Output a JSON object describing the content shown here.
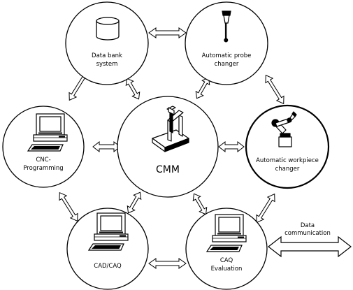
{
  "nodes": {
    "center": {
      "label": "CMM",
      "icon": "cmm-machine-icon"
    },
    "databank": {
      "lines": [
        "Data bank",
        "system"
      ],
      "icon": "database-cylinder-icon"
    },
    "probe_changer": {
      "lines": [
        "Automatic probe",
        "changer"
      ],
      "icon": "probe-icon"
    },
    "workpiece_changer": {
      "lines": [
        "Automatic workpiece",
        "changer"
      ],
      "icon": "robot-arm-icon"
    },
    "caq_evaluation": {
      "lines": [
        "CAQ",
        "Evaluation"
      ],
      "icon": "computer-workstation-icon"
    },
    "cad_caq": {
      "lines": [
        "CAD/CAQ"
      ],
      "icon": "computer-workstation-icon"
    },
    "cnc_programming": {
      "lines": [
        "CNC-",
        "Programming"
      ],
      "icon": "computer-workstation-icon"
    }
  },
  "external": {
    "lines": [
      "Data",
      "communication"
    ]
  },
  "colors": {
    "stroke": "#000000",
    "background": "#ffffff"
  }
}
